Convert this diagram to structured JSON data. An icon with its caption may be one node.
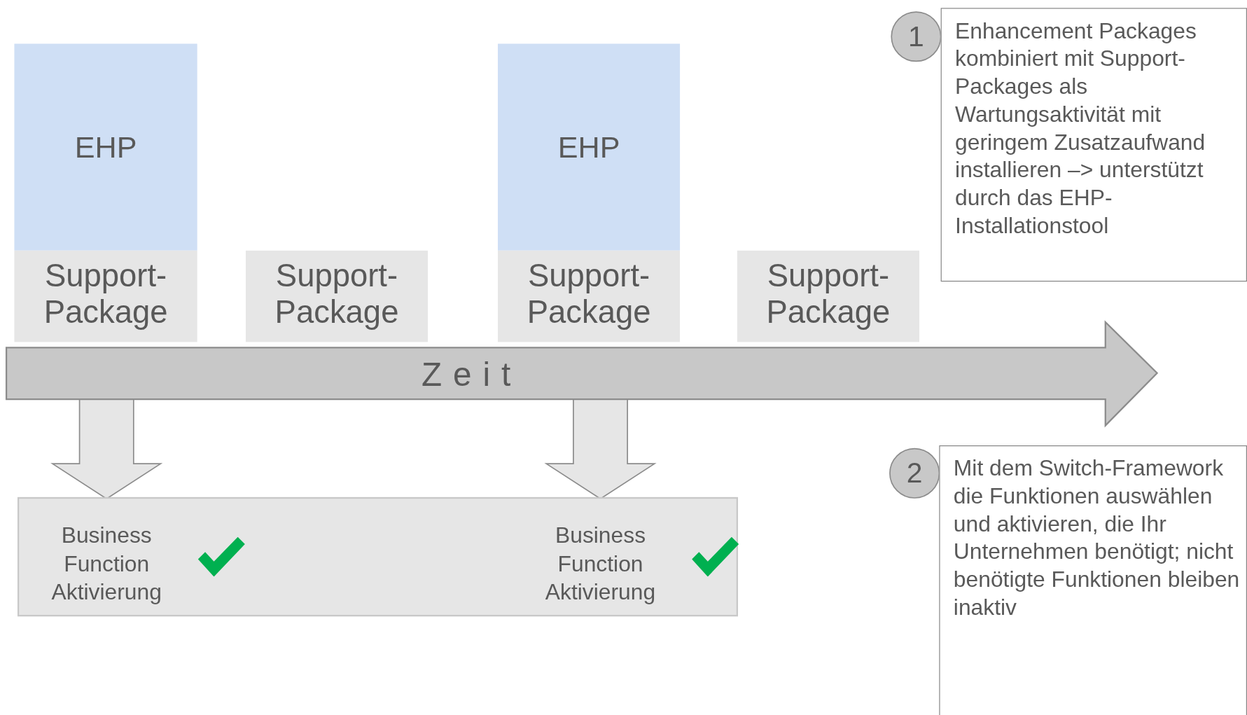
{
  "diagram": {
    "nodes": [
      {
        "text": [
          "EHP"
        ]
      },
      {
        "text": [
          "Support-Package"
        ]
      },
      {
        "text": [
          "Support-Package"
        ]
      },
      {
        "text": [
          "EHP"
        ]
      },
      {
        "text": [
          "Support-Package"
        ]
      },
      {
        "text": [
          "Support-Package"
        ]
      },
      {
        "text": [
          "Zeit"
        ]
      },
      {
        "text": [
          "1"
        ]
      },
      {
        "text": [
          "Enhancement Packages kombiniert mit Support-Packages als Wartungsaktivität mit geringem Zusatzaufwand installieren –> unterstützt durch das EHP-Installationstool"
        ]
      },
      {
        "text": [
          "2"
        ]
      },
      {
        "text": [
          "Mit dem Switch-Framework die Funktionen auswählen und aktivieren, die Ihr Unternehmen benötigt; nicht benötigte Funktionen bleiben inaktiv"
        ]
      },
      {
        "text": [],
        "shape": "box"
      },
      {
        "text": [
          "Business Function Aktivierung"
        ],
        "in": 11
      },
      {
        "text": [
          "Business Function Aktivierung"
        ],
        "in": 11
      }
    ],
    "edges": [
      {
        "from": 6,
        "to": 12,
        "arrow": "to"
      },
      {
        "from": 6,
        "to": 13,
        "arrow": "to"
      }
    ]
  }
}
